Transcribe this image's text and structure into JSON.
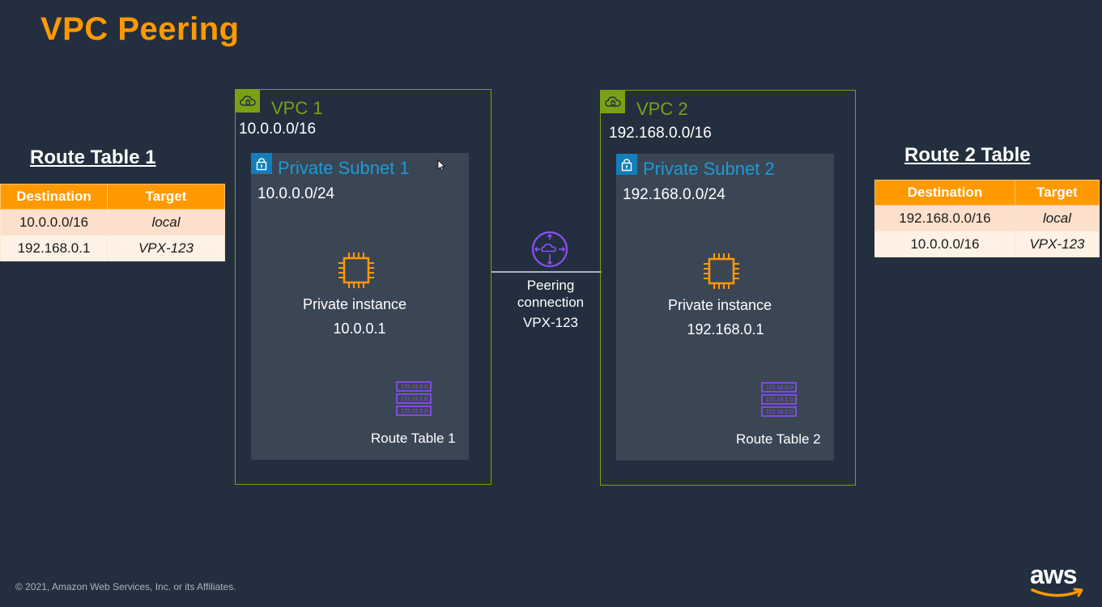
{
  "title": "VPC Peering",
  "route_table_left": {
    "heading": "Route Table 1",
    "columns": [
      "Destination",
      "Target"
    ],
    "rows": [
      {
        "destination": "10.0.0.0/16",
        "target": "local"
      },
      {
        "destination": "192.168.0.1",
        "target": "VPX-123"
      }
    ]
  },
  "route_table_right": {
    "heading": "Route 2 Table",
    "columns": [
      "Destination",
      "Target"
    ],
    "rows": [
      {
        "destination": "192.168.0.0/16",
        "target": "local"
      },
      {
        "destination": "10.0.0.0/16",
        "target": "VPX-123"
      }
    ]
  },
  "vpc1": {
    "name": "VPC 1",
    "cidr": "10.0.0.0/16",
    "subnet": {
      "name": "Private Subnet 1",
      "cidr": "10.0.0.0/24"
    },
    "instance": {
      "label": "Private instance",
      "ip": "10.0.0.1"
    },
    "route_table_label": "Route Table 1"
  },
  "vpc2": {
    "name": "VPC 2",
    "cidr": "192.168.0.0/16",
    "subnet": {
      "name": "Private Subnet 2",
      "cidr": "192.168.0.0/24"
    },
    "instance": {
      "label": "Private instance",
      "ip": "192.168.0.1"
    },
    "route_table_label": "Route Table 2"
  },
  "peering": {
    "line1": "Peering",
    "line2": "connection",
    "id": "VPX-123"
  },
  "footer": {
    "copyright": "© 2021, Amazon Web Services, Inc. or its Affiliates.",
    "logo": "aws"
  },
  "colors": {
    "background": "#232f3e",
    "accent": "#ff9900",
    "vpc_border": "#7aa116",
    "subnet_fill": "#3b4655",
    "subnet_text": "#1d9ad6",
    "router": "#8c4fff"
  },
  "icons": [
    "cloud-lock-icon",
    "padlock-icon",
    "ec2-chip-icon",
    "route-table-icon",
    "peering-router-icon",
    "mouse-cursor-icon"
  ]
}
